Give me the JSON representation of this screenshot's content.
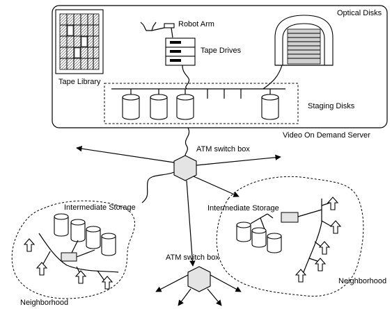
{
  "labels": {
    "robot_arm": "Robot Arm",
    "optical_disks": "Optical Disks",
    "tape_drives": "Tape Drives",
    "tape_library": "Tape Library",
    "staging_disks": "Staging Disks",
    "video_on_demand_server": "Video On Demand Server",
    "atm_switch_box_top": "ATM switch box",
    "intermediate_storage_left": "Intermediate Storage",
    "intermediate_storage_right": "Intermediate Storage",
    "atm_switch_box_bottom": "ATM switch box",
    "neighborhood_right": "Neighborhood",
    "neighborhood_left": "Neighborhood"
  }
}
